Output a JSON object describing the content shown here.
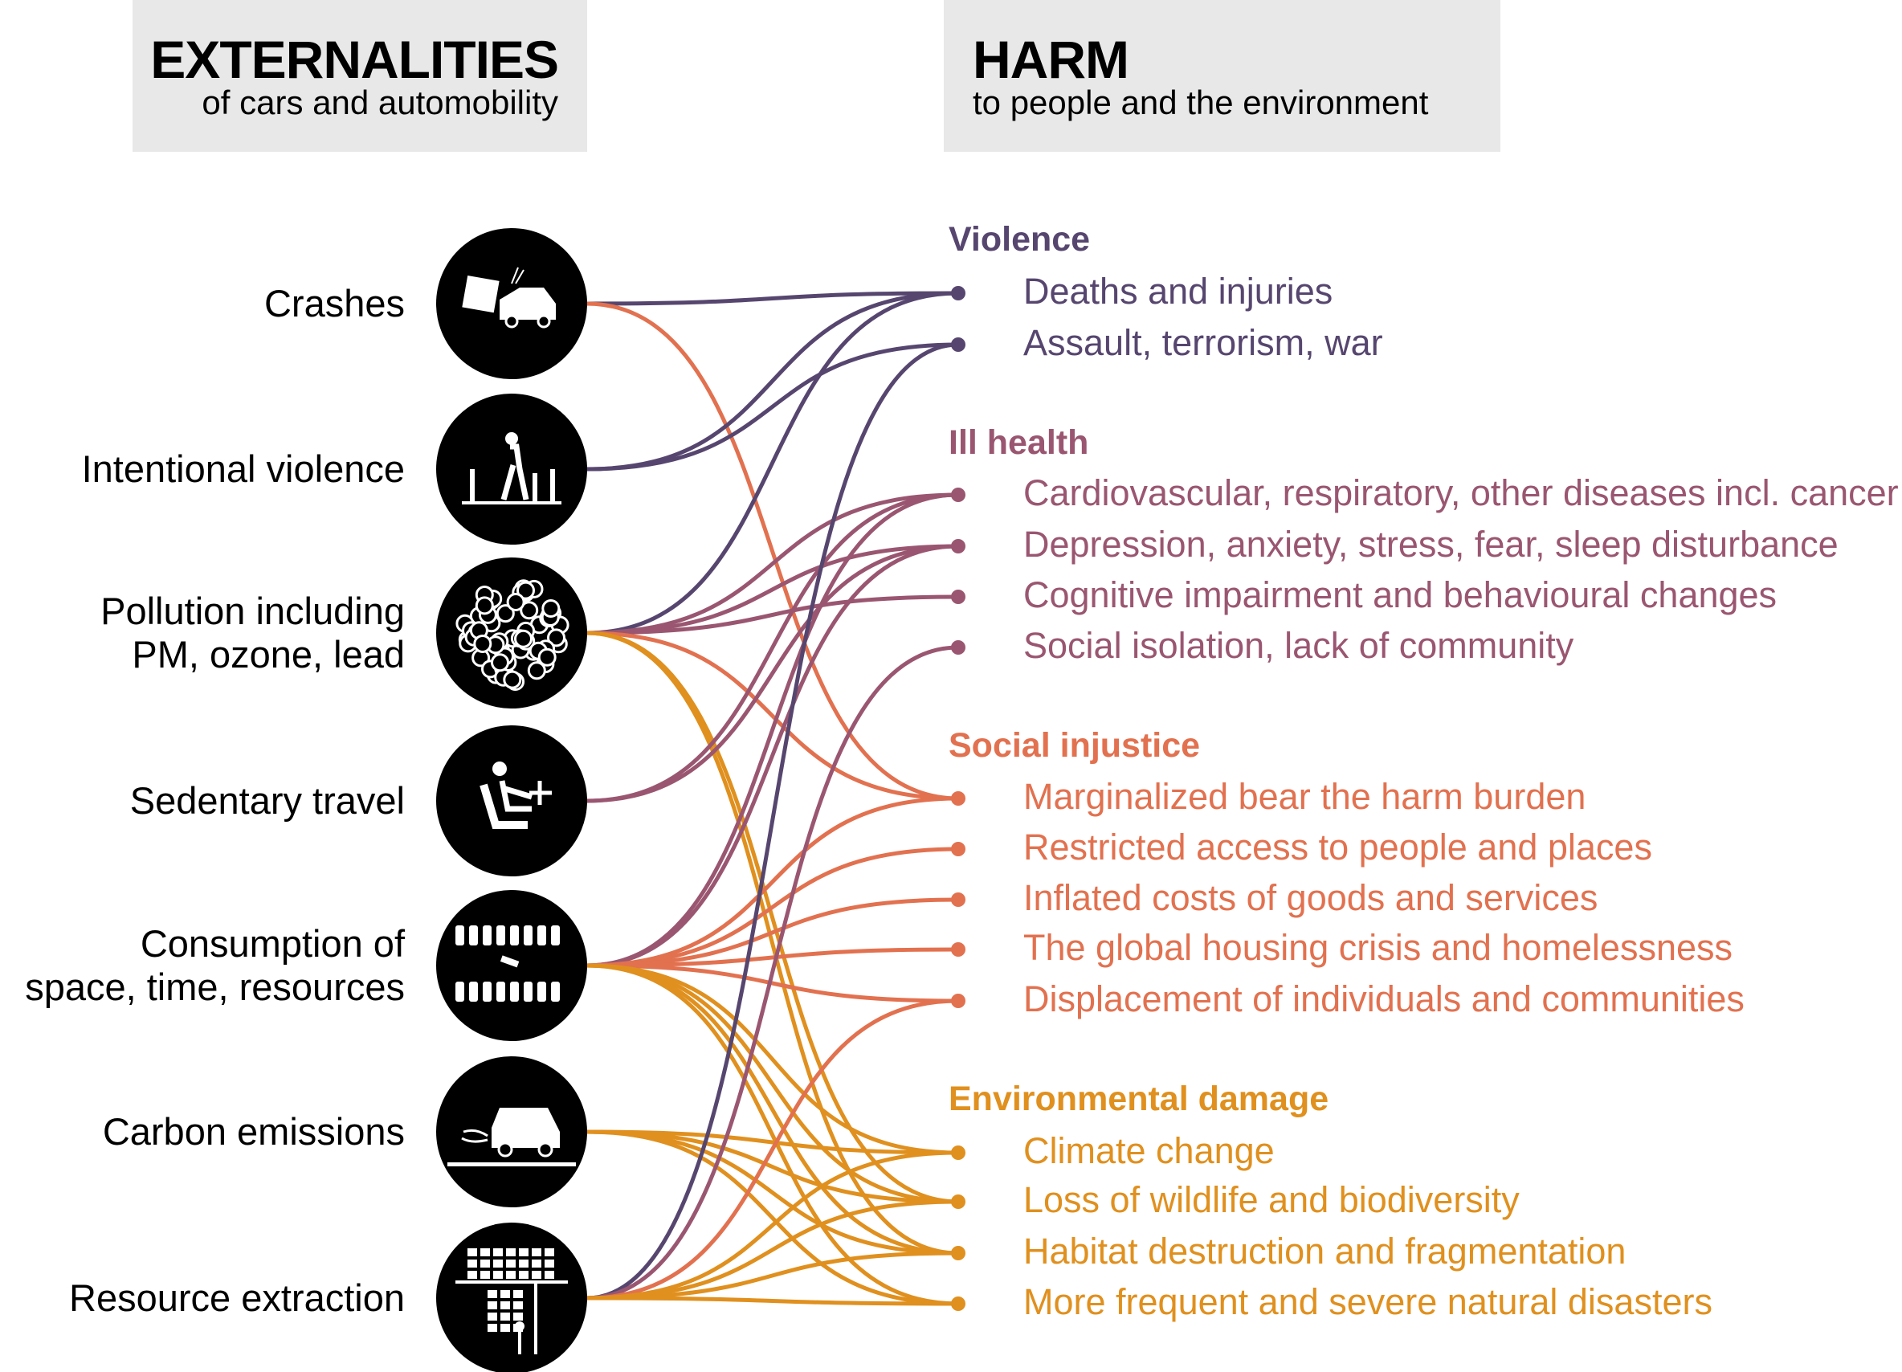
{
  "header_left": {
    "title": "EXTERNALITIES",
    "subtitle": "of cars and automobility"
  },
  "header_right": {
    "title": "HARM",
    "subtitle": "to people and the environment"
  },
  "externalities": [
    {
      "label": "Crashes",
      "icon": "car-crash-icon"
    },
    {
      "label": "Intentional violence",
      "icon": "pedestrian-bollards-icon"
    },
    {
      "label": "Pollution including PM, ozone, lead",
      "icon": "particles-icon"
    },
    {
      "label": "Sedentary travel",
      "icon": "seated-driver-icon"
    },
    {
      "label": "Consumption of space, time, resources",
      "icon": "parking-lot-icon"
    },
    {
      "label": "Carbon emissions",
      "icon": "car-exhaust-icon"
    },
    {
      "label": "Resource extraction",
      "icon": "city-grid-icon"
    }
  ],
  "harm_categories": [
    {
      "title": "Violence",
      "color": "#56466f",
      "items": [
        "Deaths and injuries",
        "Assault, terrorism, war"
      ]
    },
    {
      "title": "Ill health",
      "color": "#9a5670",
      "items": [
        "Cardiovascular, respiratory, other diseases incl. cancer",
        "Depression, anxiety, stress, fear, sleep disturbance",
        "Cognitive impairment and behavioural changes",
        "Social isolation, lack of community"
      ]
    },
    {
      "title": "Social injustice",
      "color": "#e2714f",
      "items": [
        "Marginalized bear the harm burden",
        "Restricted access to people and places",
        "Inflated costs of goods and services",
        "The global housing crisis and homelessness",
        "Displacement of individuals and communities"
      ]
    },
    {
      "title": "Environmental damage",
      "color": "#e0901e",
      "items": [
        "Climate change",
        "Loss of wildlife and biodiversity",
        "Habitat destruction and fragmentation",
        "More frequent and severe natural disasters"
      ]
    }
  ],
  "links": [
    [
      0,
      0
    ],
    [
      0,
      6
    ],
    [
      1,
      0
    ],
    [
      1,
      1
    ],
    [
      2,
      0
    ],
    [
      2,
      2
    ],
    [
      2,
      3
    ],
    [
      2,
      4
    ],
    [
      2,
      6
    ],
    [
      2,
      12
    ],
    [
      2,
      13
    ],
    [
      3,
      2
    ],
    [
      3,
      3
    ],
    [
      4,
      2
    ],
    [
      4,
      3
    ],
    [
      4,
      6
    ],
    [
      4,
      7
    ],
    [
      4,
      8
    ],
    [
      4,
      9
    ],
    [
      4,
      10
    ],
    [
      4,
      11
    ],
    [
      4,
      12
    ],
    [
      4,
      13
    ],
    [
      4,
      14
    ],
    [
      5,
      11
    ],
    [
      5,
      12
    ],
    [
      5,
      13
    ],
    [
      5,
      14
    ],
    [
      6,
      1
    ],
    [
      6,
      5
    ],
    [
      6,
      10
    ],
    [
      6,
      11
    ],
    [
      6,
      12
    ],
    [
      6,
      13
    ],
    [
      6,
      14
    ]
  ]
}
